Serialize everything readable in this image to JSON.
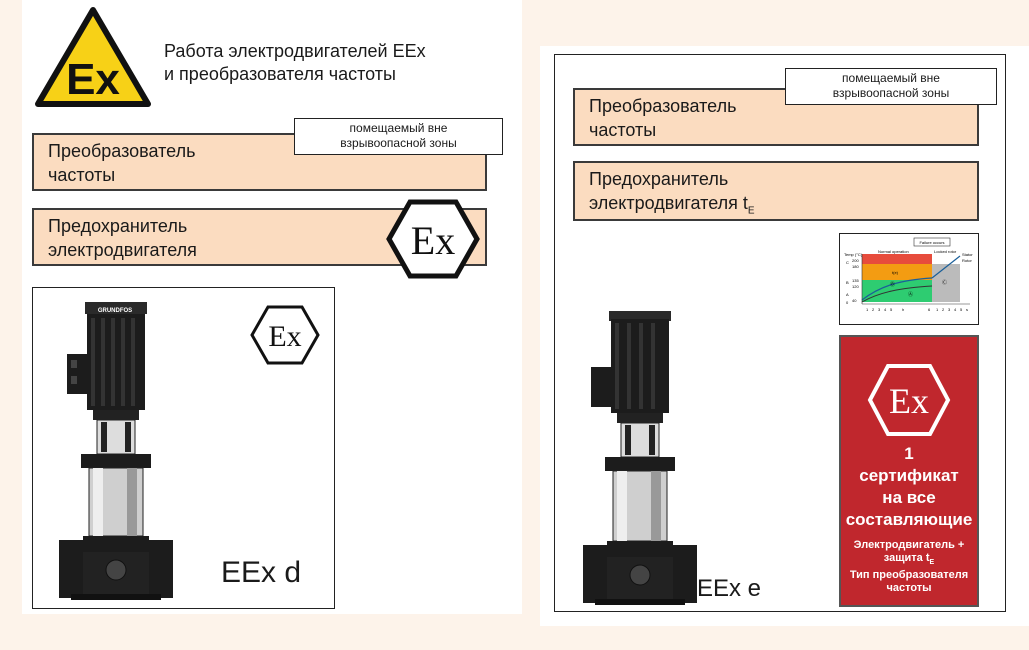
{
  "left": {
    "title_line1": "Работа электродвигателей EEx",
    "title_line2": "и преобразователя частоты",
    "warning_label": "Ex",
    "converter_line1": "Преобразователь",
    "converter_line2": "частоты",
    "tag_line1": "помещаемый вне",
    "tag_line2": "взрывоопасной зоны",
    "fuse_line1": "Предохранитель",
    "fuse_line2": "электродвигателя",
    "pump_brand": "GRUNDFOS",
    "pump_label": "EEx d",
    "ex_symbol": "Ex"
  },
  "right": {
    "tag_line1": "помещаемый вне",
    "tag_line2": "взрывоопасной зоны",
    "converter_line1": "Преобразователь",
    "converter_line2": "частоты",
    "fuse_line1": "Предохранитель",
    "fuse_line2": "электродвигателя t",
    "fuse_subscript": "E",
    "pump_label": "EEx e",
    "cert": {
      "ex_symbol": "Ex",
      "line1": "1",
      "line2": "сертификат",
      "line3": "на все",
      "line4": "составляющие",
      "small1": "Электродвигатель +",
      "small2": "защита t",
      "small2_sub": "E",
      "small3": "Тип преобразователя",
      "small4": "частоты"
    },
    "graph": {
      "failure_label": "Failure occurs",
      "normal_label": "Normal operation",
      "locked_label": "Locked rotor",
      "stator_label": "Stator",
      "rotor_label": "Rotor",
      "ylabel": "Temp (°C)",
      "y_ticks": [
        "200",
        "180",
        "135",
        "120",
        "40"
      ],
      "y_classes": [
        "C",
        "B",
        "A",
        "0"
      ],
      "region_labels": [
        "t(e)",
        "Ⓑ",
        "Ⓐ",
        "Ⓒ"
      ],
      "x_ticks": [
        "1",
        "2",
        "3",
        "4",
        "5",
        "h",
        "6",
        "1",
        "2",
        "3",
        "4",
        "5",
        "s"
      ]
    }
  },
  "colors": {
    "peach": "#fbdcc0",
    "cert_red": "#c0272d",
    "warning_yellow": "#f7d117"
  }
}
